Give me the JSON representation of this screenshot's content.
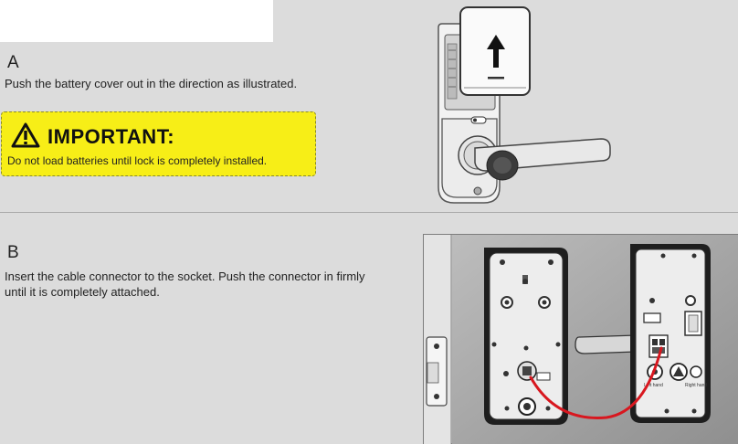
{
  "step_a": {
    "letter": "A",
    "instruction": "Push the battery cover out in the direction as illustrated."
  },
  "important": {
    "title": "IMPORTANT:",
    "message": "Do not load batteries until lock is completely installed.",
    "icon": "warning-icon",
    "color": "#f7ee17"
  },
  "step_b": {
    "letter": "B",
    "instruction_line1": "Insert the cable connector to the socket. Push the connector in firmly",
    "instruction_line2": "until it is completely attached."
  },
  "illustration_b": {
    "label_left": "Left hand",
    "label_right": "Right hand",
    "cable_color": "#d8171f"
  }
}
